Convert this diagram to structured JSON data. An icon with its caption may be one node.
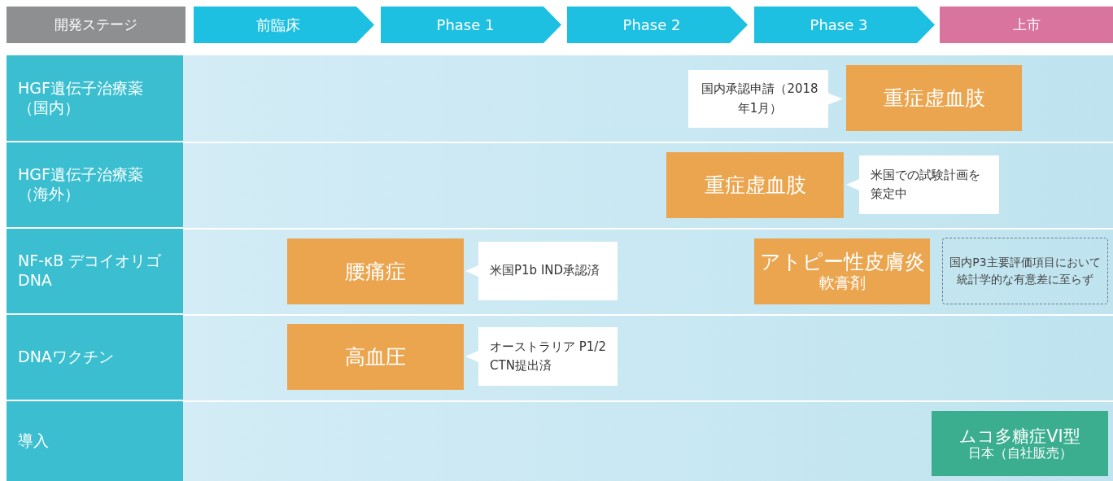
{
  "diagram": {
    "nodes": [
      {
        "text": [
          "開発ステージ"
        ]
      },
      {
        "text": [
          "前臨床"
        ]
      },
      {
        "text": [
          "Phase 1"
        ]
      },
      {
        "text": [
          "Phase 2"
        ]
      },
      {
        "text": [
          "Phase 3"
        ]
      },
      {
        "text": [
          "上市"
        ]
      },
      {
        "text": [
          "HGF遺伝子治療薬（国内）"
        ]
      },
      {
        "text": [
          "国内承認申請（2018年1月）"
        ]
      },
      {
        "text": [
          "重症虚血肢"
        ]
      },
      {
        "text": [
          "HGF遺伝子治療薬（海外）"
        ]
      },
      {
        "text": [
          "重症虚血肢"
        ]
      },
      {
        "text": [
          "米国での試験計画を策定中"
        ]
      },
      {
        "text": [
          "NF-κB デコイオリゴ DNA"
        ]
      },
      {
        "text": [
          "腰痛症"
        ]
      },
      {
        "text": [
          "米国P1b IND承認済"
        ]
      },
      {
        "text": [
          "アトピー性皮膚炎",
          "軟膏剤"
        ]
      },
      {
        "text": [
          "国内P3主要評価項目において統計学的な有意差に至らず"
        ]
      },
      {
        "text": [
          "DNAワクチン"
        ]
      },
      {
        "text": [
          "高血圧"
        ]
      },
      {
        "text": [
          "オーストラリア P1/2 CTN提出済"
        ]
      },
      {
        "text": [
          "導入"
        ]
      },
      {
        "text": [
          "ムコ多糖症VI型",
          "日本（自社販売）"
        ]
      }
    ]
  }
}
